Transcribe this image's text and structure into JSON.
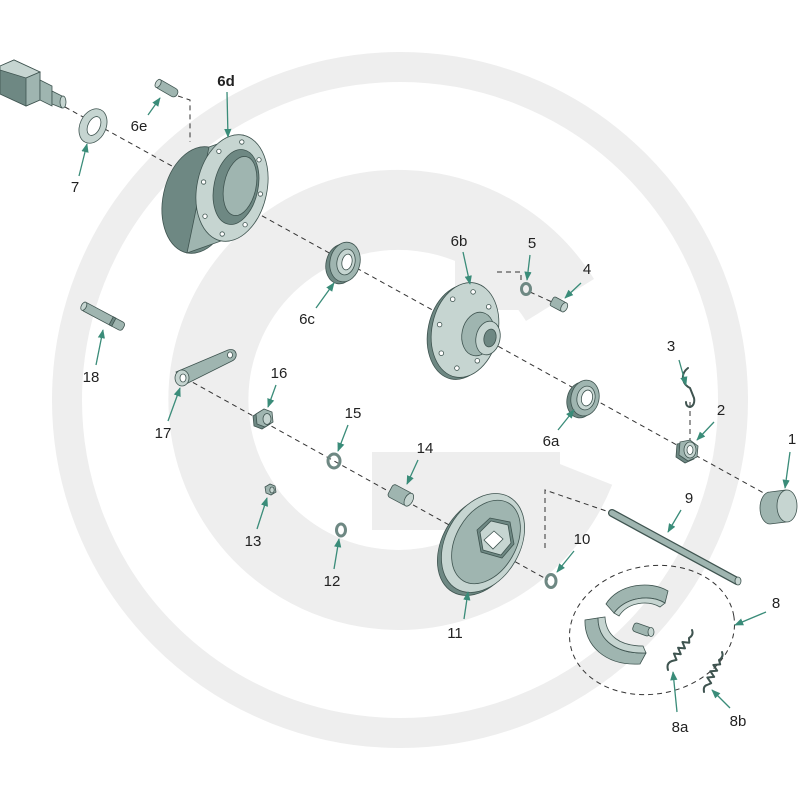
{
  "callouts": {
    "c1": "1",
    "c2": "2",
    "c3": "3",
    "c4": "4",
    "c5": "5",
    "c6a": "6a",
    "c6b": "6b",
    "c6c": "6c",
    "c6d": "6d",
    "c6e": "6e",
    "c7": "7",
    "c8": "8",
    "c8a": "8a",
    "c8b": "8b",
    "c9": "9",
    "c10": "10",
    "c11": "11",
    "c12": "12",
    "c13": "13",
    "c14": "14",
    "c15": "15",
    "c16": "16",
    "c17": "17",
    "c18": "18"
  },
  "colors": {
    "part": "#9fb5b0",
    "part_light": "#c6d5d1",
    "part_dark": "#6e8883",
    "edge": "#3f5450",
    "arrow": "#3a8c79",
    "leader": "#333333",
    "watermark": "#eeeeee"
  }
}
